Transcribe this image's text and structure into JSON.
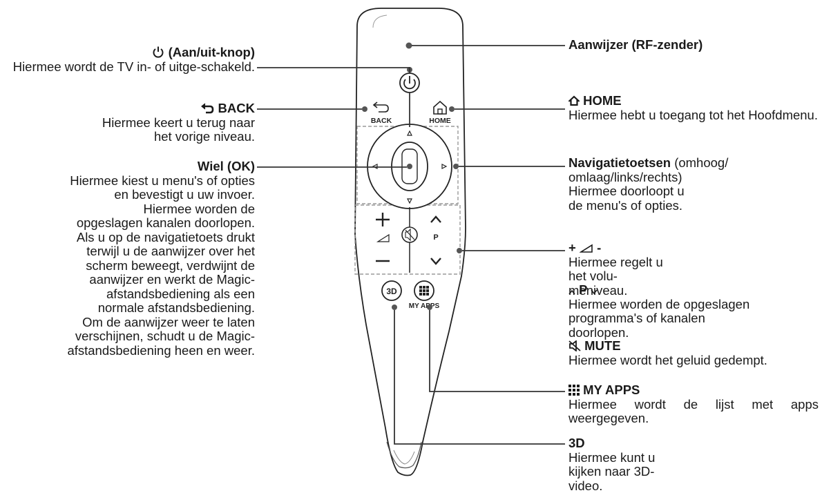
{
  "remote": {
    "back_label": "BACK",
    "home_label": "HOME",
    "p_label": "P",
    "myapps_label": "MY APPS",
    "threed_label": "3D"
  },
  "left": {
    "power": {
      "title": "(Aan/uit-knop)",
      "desc": "Hiermee wordt de TV in- of uitge-schakeld."
    },
    "back": {
      "title": "BACK",
      "desc": "Hiermee keert u terug naar het vorige niveau."
    },
    "wheel": {
      "title": "Wiel (OK)",
      "desc1": "Hiermee kiest u menu's of opties en bevestigt u uw invoer.",
      "desc2": "Hiermee worden de opgeslagen kanalen doorlopen.",
      "desc3": "Als u op de navigatietoets drukt terwijl u de aanwijzer over het scherm beweegt, verdwijnt de aanwijzer en werkt de Magic-afstandsbediening als een normale afstandsbediening.",
      "desc4": "Om de aanwijzer weer te laten verschijnen, schudt u de Magic-afstandsbediening heen en weer."
    }
  },
  "right": {
    "pointer": {
      "title": "Aanwijzer (RF-zender)"
    },
    "home": {
      "title": "HOME",
      "desc": "Hiermee hebt u toegang tot het Hoofdmenu."
    },
    "nav": {
      "title": "Navigatietoetsen",
      "title_suffix": "(omhoog/",
      "line2": "omlaag/links/rechts)",
      "desc": "Hiermee doorloopt u de menu's of opties."
    },
    "volume": {
      "plus": "+",
      "minus": "-",
      "desc": "Hiermee regelt u het volu-meniveau."
    },
    "program": {
      "p": "P",
      "desc": "Hiermee worden de opgeslagen programma's of kanalen doorlopen."
    },
    "mute": {
      "title": "MUTE",
      "desc": "Hiermee wordt het geluid gedempt."
    },
    "myapps": {
      "title": "MY APPS",
      "desc": "Hiermee wordt de lijst met apps weergegeven."
    },
    "threed": {
      "title": "3D",
      "desc": "Hiermee kunt u kijken naar 3D-video."
    }
  }
}
